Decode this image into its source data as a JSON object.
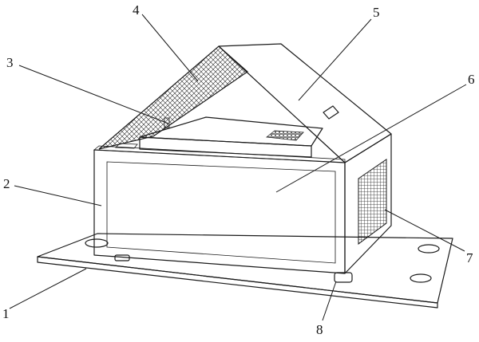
{
  "labels": [
    {
      "id": "1",
      "text": "1"
    },
    {
      "id": "2",
      "text": "2"
    },
    {
      "id": "3",
      "text": "3"
    },
    {
      "id": "4",
      "text": "4"
    },
    {
      "id": "5",
      "text": "5"
    },
    {
      "id": "6",
      "text": "6"
    },
    {
      "id": "7",
      "text": "7"
    },
    {
      "id": "8",
      "text": "8"
    }
  ],
  "colors": {
    "line": "#1a1a1a",
    "background": "#ffffff"
  }
}
